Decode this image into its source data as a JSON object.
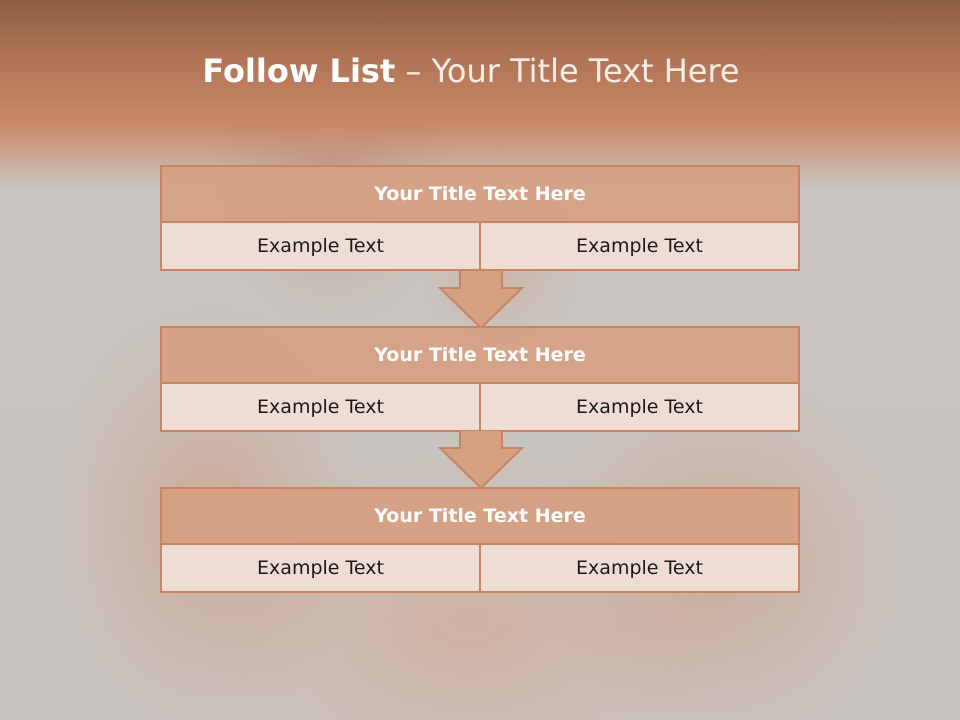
{
  "slide": {
    "title_strong": "Follow List",
    "title_light": "– Your Title Text Here"
  },
  "blocks": [
    {
      "title": "Your Title Text Here",
      "left": "Example Text",
      "right": "Example Text"
    },
    {
      "title": "Your Title Text Here",
      "left": "Example Text",
      "right": "Example Text"
    },
    {
      "title": "Your Title Text Here",
      "left": "Example Text",
      "right": "Example Text"
    }
  ],
  "colors": {
    "header": "#c98a67",
    "block_title_fill": "#d6a082",
    "block_border": "#c78461",
    "cell_fill": "#f0ded6"
  }
}
